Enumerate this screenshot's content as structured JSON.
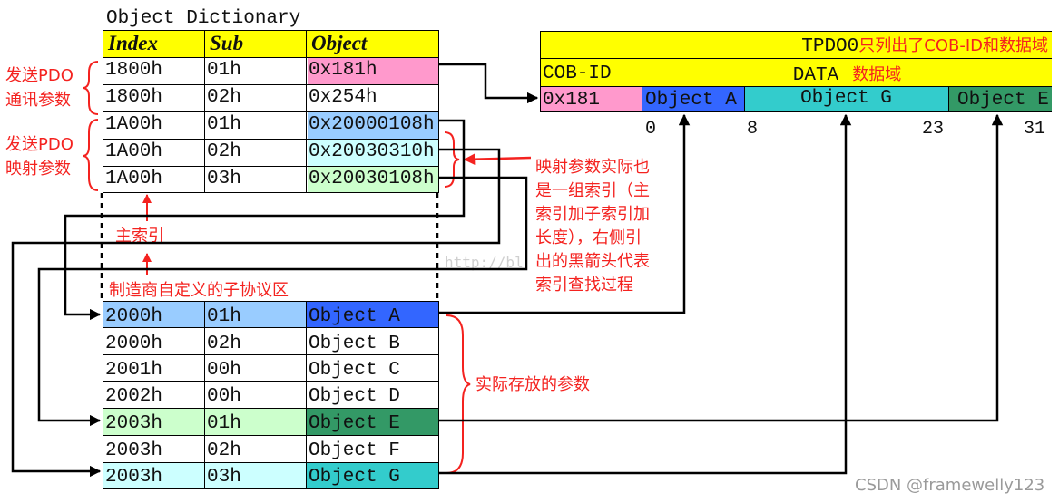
{
  "title": "Object Dictionary",
  "od_table": {
    "headers": {
      "index": "Index",
      "sub": "Sub",
      "object": "Object"
    },
    "rows": [
      {
        "index": "1800h",
        "sub": "01h",
        "object": "0x181h"
      },
      {
        "index": "1800h",
        "sub": "02h",
        "object": "0x254h"
      },
      {
        "index": "1A00h",
        "sub": "01h",
        "object": "0x20000108h"
      },
      {
        "index": "1A00h",
        "sub": "02h",
        "object": "0x20030310h"
      },
      {
        "index": "1A00h",
        "sub": "03h",
        "object": "0x20030108h"
      }
    ]
  },
  "param_table": {
    "rows": [
      {
        "index": "2000h",
        "sub": "01h",
        "object": "Object A"
      },
      {
        "index": "2000h",
        "sub": "02h",
        "object": "Object B"
      },
      {
        "index": "2001h",
        "sub": "00h",
        "object": "Object C"
      },
      {
        "index": "2002h",
        "sub": "00h",
        "object": "Object D"
      },
      {
        "index": "2003h",
        "sub": "01h",
        "object": "Object E"
      },
      {
        "index": "2003h",
        "sub": "02h",
        "object": "Object F"
      },
      {
        "index": "2003h",
        "sub": "03h",
        "object": "Object G"
      }
    ]
  },
  "tpdo": {
    "title_code": "TPDO0",
    "title_cn": "只列出了COB-ID和数据域",
    "cobid_label": "COB-ID",
    "data_label": "DATA",
    "data_label_cn": "数据域",
    "cobid_value": "0x181",
    "obj_a": "Object A",
    "obj_g": "Object G",
    "obj_e": "Object E",
    "ticks": [
      "0",
      "8",
      "23",
      "31"
    ]
  },
  "annotations": {
    "pdo_comm_1": "发送PDO",
    "pdo_comm_2": "通讯参数",
    "pdo_map_1": "发送PDO",
    "pdo_map_2": "映射参数",
    "main_index": "主索引",
    "vendor_area": "制造商自定义的子协议区",
    "mapping_note": [
      "映射参数实际也",
      "是一组索引（主",
      "索引加子索引加",
      "长度），右侧引",
      "出的黑箭头代表",
      "索引查找过程"
    ],
    "stored_params": "实际存放的参数"
  },
  "watermark": {
    "url": "http://bl",
    "csdn": "CSDN @framewelly123"
  },
  "colors": {
    "yellow": "#ffff00",
    "pink": "#ff99cc",
    "light_blue": "#99ccff",
    "light_cyan": "#ccffff",
    "light_green": "#ccffcc",
    "blue": "#3366ff",
    "teal": "#33cccc",
    "green": "#339966",
    "annotation_red": "#f4221f"
  }
}
